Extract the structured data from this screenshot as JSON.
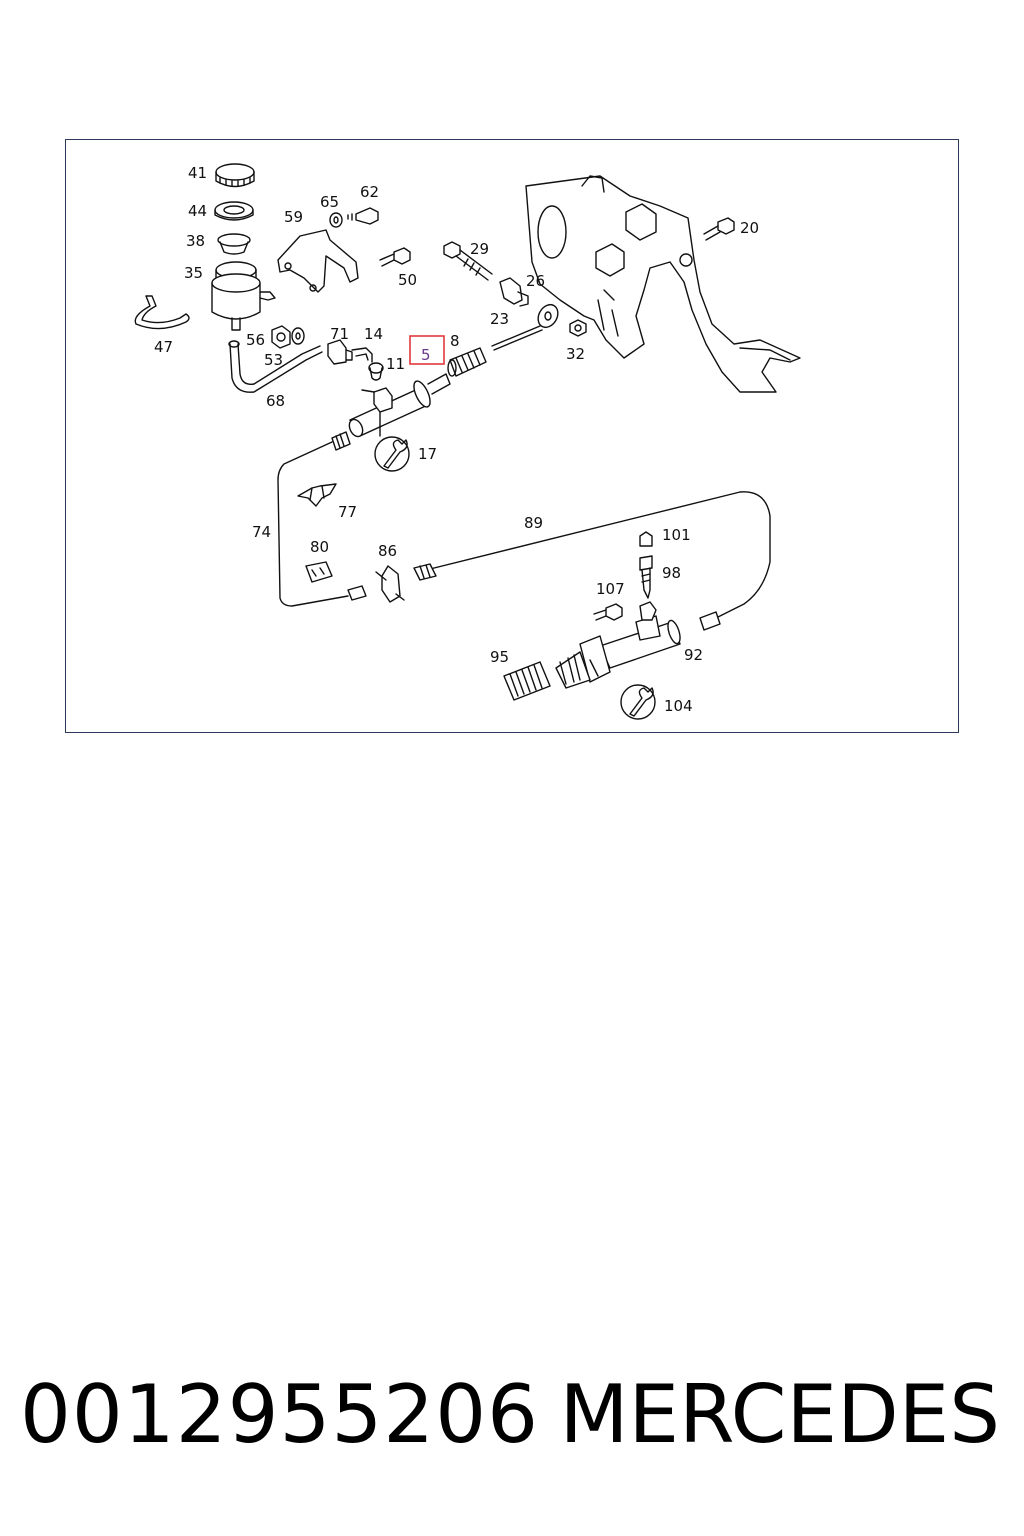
{
  "diagram": {
    "labels": [
      {
        "id": "41",
        "text": "41"
      },
      {
        "id": "44",
        "text": "44"
      },
      {
        "id": "38",
        "text": "38"
      },
      {
        "id": "35",
        "text": "35"
      },
      {
        "id": "47",
        "text": "47"
      },
      {
        "id": "59",
        "text": "59"
      },
      {
        "id": "65",
        "text": "65"
      },
      {
        "id": "62",
        "text": "62"
      },
      {
        "id": "50",
        "text": "50"
      },
      {
        "id": "29",
        "text": "29"
      },
      {
        "id": "26",
        "text": "26"
      },
      {
        "id": "23",
        "text": "23"
      },
      {
        "id": "20",
        "text": "20"
      },
      {
        "id": "32",
        "text": "32"
      },
      {
        "id": "56",
        "text": "56"
      },
      {
        "id": "53",
        "text": "53"
      },
      {
        "id": "71",
        "text": "71"
      },
      {
        "id": "14",
        "text": "14"
      },
      {
        "id": "11",
        "text": "11"
      },
      {
        "id": "5",
        "text": "5"
      },
      {
        "id": "8",
        "text": "8"
      },
      {
        "id": "68",
        "text": "68"
      },
      {
        "id": "17",
        "text": "17"
      },
      {
        "id": "74",
        "text": "74"
      },
      {
        "id": "77",
        "text": "77"
      },
      {
        "id": "80",
        "text": "80"
      },
      {
        "id": "86",
        "text": "86"
      },
      {
        "id": "89",
        "text": "89"
      },
      {
        "id": "101",
        "text": "101"
      },
      {
        "id": "98",
        "text": "98"
      },
      {
        "id": "107",
        "text": "107"
      },
      {
        "id": "92",
        "text": "92"
      },
      {
        "id": "95",
        "text": "95"
      },
      {
        "id": "104",
        "text": "104"
      }
    ],
    "highlighted": "5",
    "highlight_color": "#e0393e"
  },
  "footer": {
    "part_number": "0012955206",
    "brand": "MERCEDES"
  }
}
